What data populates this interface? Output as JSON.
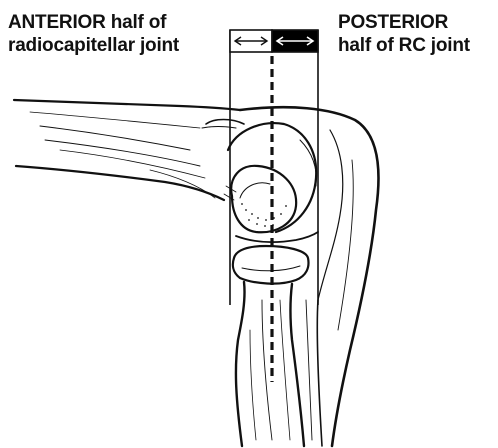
{
  "labels": {
    "anterior": {
      "emphasis": "ANTERIOR",
      "line1_rest": " half of",
      "line2": "radiocapitellar joint"
    },
    "posterior": {
      "line1": "POSTERIOR",
      "line2": "half of RC joint"
    }
  },
  "colors": {
    "ink": "#111111",
    "background": "#ffffff",
    "posterior_band": "#000000"
  },
  "icons": {
    "anterior_arrow": "double-headed-arrow-icon",
    "posterior_arrow": "double-headed-arrow-icon"
  }
}
